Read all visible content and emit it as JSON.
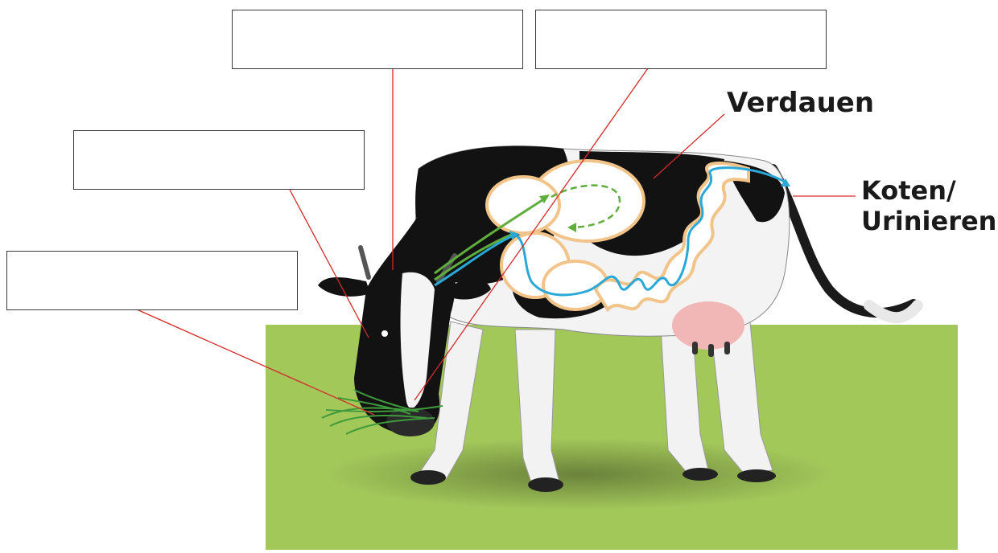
{
  "labels": {
    "digest": "Verdauen",
    "excrete_line1": "Koten/",
    "excrete_line2": "Urinieren"
  },
  "answer_boxes": [
    "",
    "",
    "",
    ""
  ],
  "colors": {
    "ground": "#a3c85a",
    "leader_line": "#d42a2a",
    "intake_arrow": "#5fae3c",
    "digestion_arrow": "#2aa8d8",
    "organ_fill": "#ffffff",
    "organ_outline": "#f2c48a",
    "cow_black": "#111111",
    "cow_white": "#f4f4f4",
    "udder": "#f1b7b7",
    "grass": "#3e9a3a"
  }
}
